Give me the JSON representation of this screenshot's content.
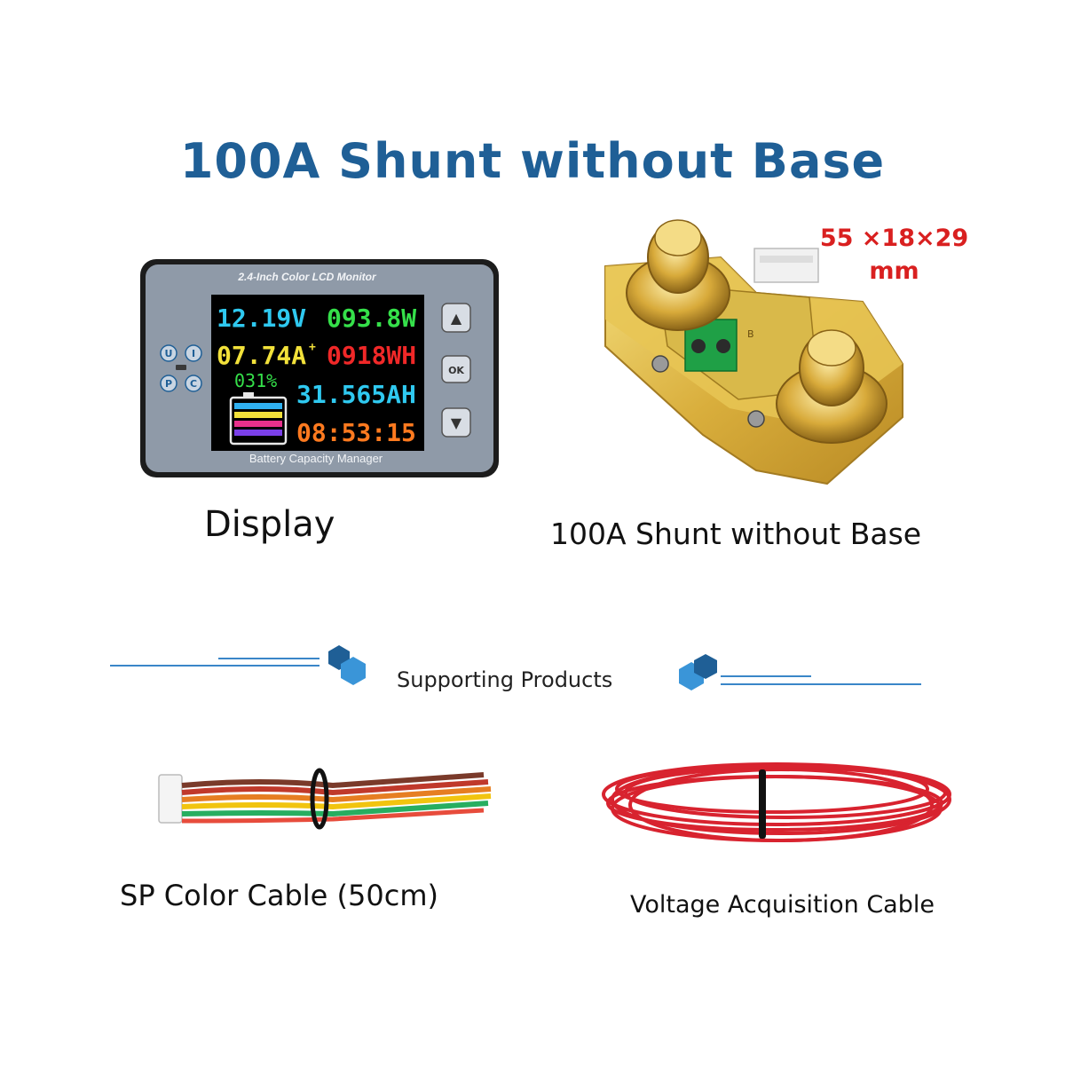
{
  "title": "100A Shunt without Base",
  "products": {
    "display": {
      "caption": "Display",
      "header": "2.4-Inch Color LCD Monitor",
      "footer": "Battery Capacity Manager",
      "side_keys": [
        "U",
        "I",
        "P",
        "C"
      ],
      "buttons": {
        "up": "▲",
        "ok": "OK",
        "down": "▼"
      },
      "screen": {
        "voltage": "12.19V",
        "power": "093.8W",
        "current": "07.74A",
        "current_sign": "+",
        "energy": "0918WH",
        "percent": "031%",
        "capacity": "31.565AH",
        "time": "08:53:15",
        "battery_level": 0.31
      }
    },
    "shunt": {
      "caption": "100A Shunt without Base",
      "dimensions_line1": "55 ×18×29",
      "dimensions_line2": "mm",
      "terminal_label": "B"
    }
  },
  "supporting": {
    "label": "Supporting Products",
    "items": [
      {
        "caption": "SP Color Cable (50cm)"
      },
      {
        "caption": "Voltage Acquisition Cable"
      }
    ]
  },
  "colors": {
    "title": "#1f5f96",
    "dimension_text": "#d92020",
    "divider": "#3a86c8",
    "hex_dark": "#1f5f96",
    "hex_light": "#3a95d8"
  }
}
